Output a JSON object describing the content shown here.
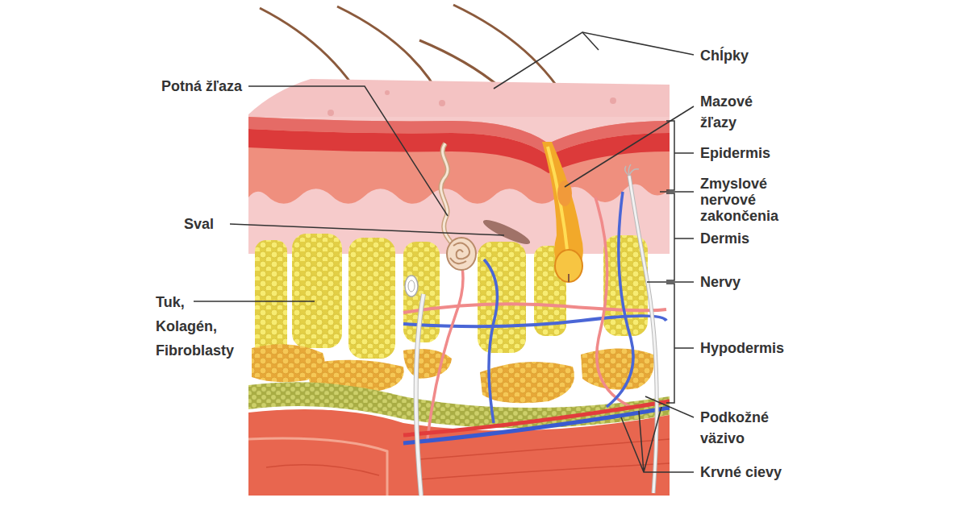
{
  "diagram": {
    "labels": [
      "Chĺpky",
      "Potná žľaza",
      "Mazové žľazy",
      "Epidermis",
      "Zmyslové nervové zakončenia",
      "Sval",
      "Dermis",
      "Nervy",
      "Tuk, Kolagén, Fibroblasty",
      "Hypodermis",
      "Podkožné väzivo",
      "Krvné cievy"
    ]
  }
}
